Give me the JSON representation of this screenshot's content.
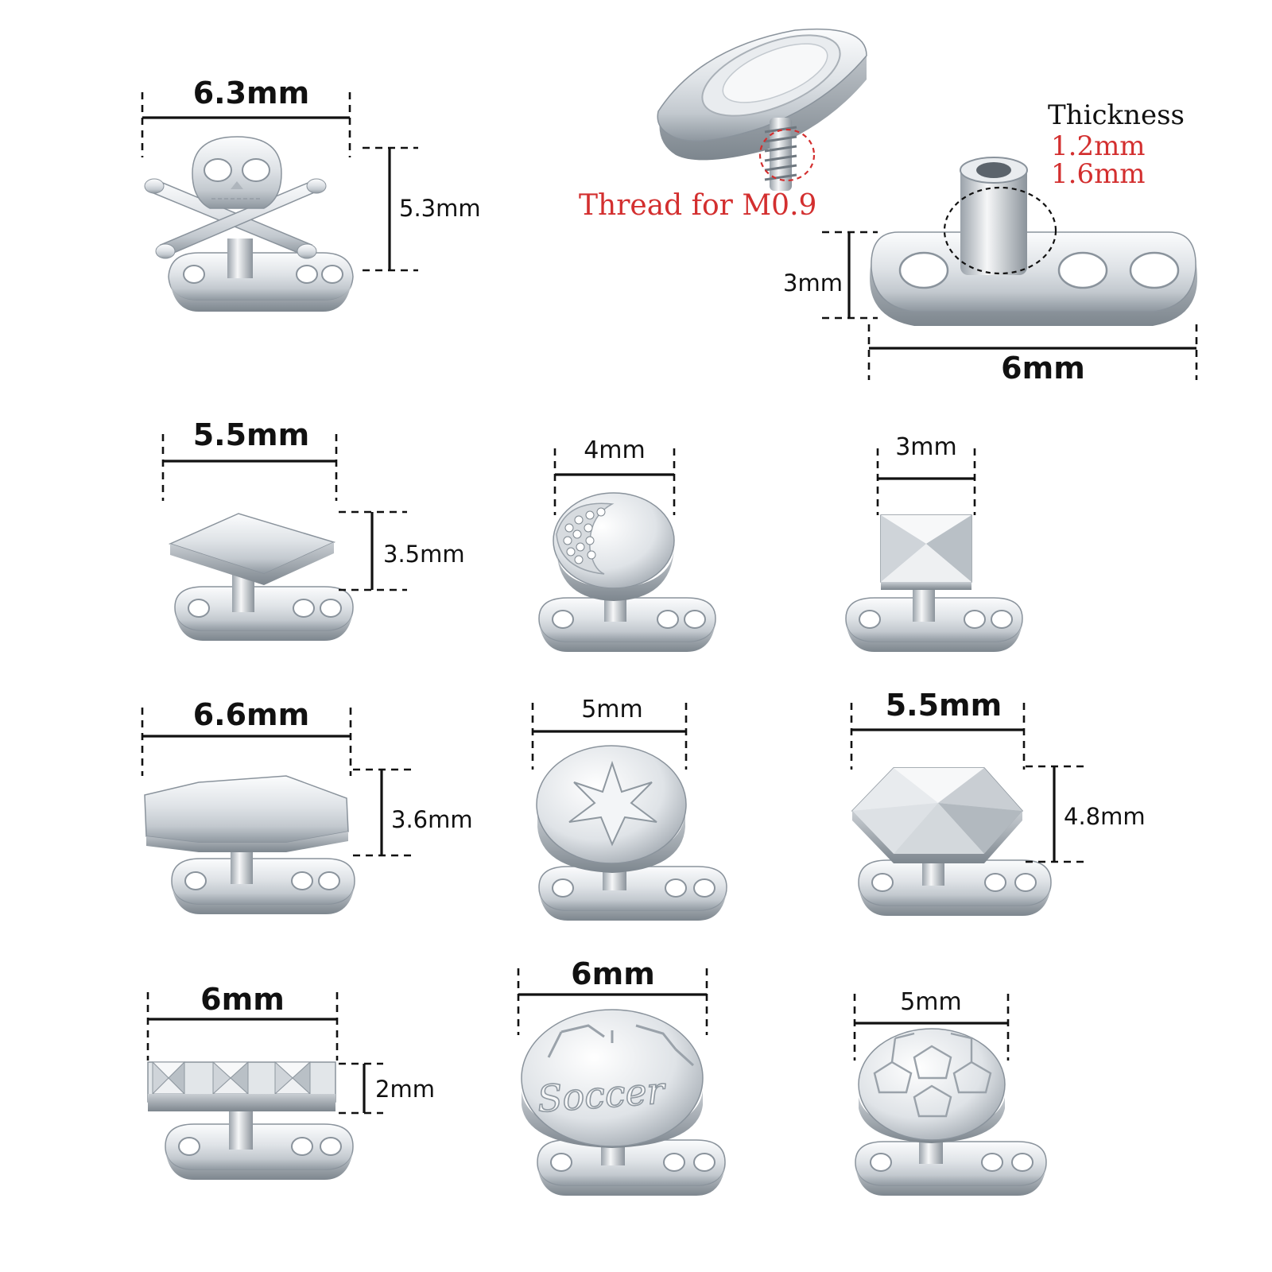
{
  "colors": {
    "text": "#111111",
    "accent_red": "#d32f2f",
    "metal_light": "#f4f6f8",
    "metal_dark": "#8a939c"
  },
  "detail": {
    "thread_label": "Thread for M0.9",
    "thickness_title": "Thickness",
    "thickness_values": [
      "1.2mm",
      "1.6mm"
    ],
    "base_height": "3mm",
    "base_width": "6mm"
  },
  "items": [
    {
      "shape": "skull-crossbones",
      "width": "6.3mm",
      "height": "5.3mm"
    },
    {
      "shape": "rhombus-top",
      "width": "5.5mm",
      "height": "3.5mm"
    },
    {
      "shape": "moon-gem-round",
      "width": "4mm"
    },
    {
      "shape": "pyramid-square",
      "width": "3mm"
    },
    {
      "shape": "coffin-top",
      "width": "6.6mm",
      "height": "3.6mm"
    },
    {
      "shape": "star-engraved-round",
      "width": "5mm"
    },
    {
      "shape": "hexagon-pyramid",
      "width": "5.5mm",
      "height": "4.8mm"
    },
    {
      "shape": "spike-bar",
      "width": "6mm",
      "height": "2mm"
    },
    {
      "shape": "soccer-text-round",
      "width": "6mm",
      "engraving": "Soccer"
    },
    {
      "shape": "soccer-ball-round",
      "width": "5mm"
    }
  ]
}
